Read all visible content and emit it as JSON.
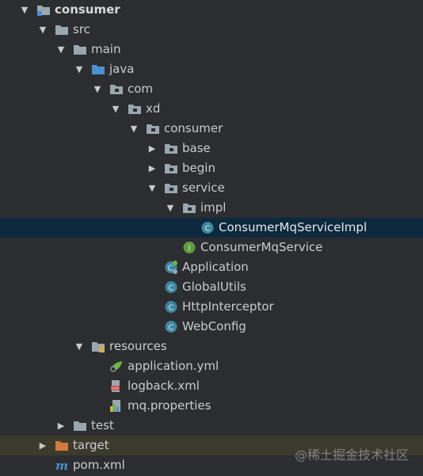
{
  "tree": [
    {
      "key": "consumer_root",
      "label": "consumer",
      "arrow": "open",
      "depth": 0,
      "icon": "module-folder-icon",
      "bold": true
    },
    {
      "key": "src",
      "label": "src",
      "arrow": "open",
      "depth": 1,
      "icon": "folder-icon"
    },
    {
      "key": "main",
      "label": "main",
      "arrow": "open",
      "depth": 2,
      "icon": "folder-icon"
    },
    {
      "key": "java",
      "label": "java",
      "arrow": "open",
      "depth": 3,
      "icon": "source-folder-icon"
    },
    {
      "key": "com",
      "label": "com",
      "arrow": "open",
      "depth": 4,
      "icon": "package-icon"
    },
    {
      "key": "xd",
      "label": "xd",
      "arrow": "open",
      "depth": 5,
      "icon": "package-icon"
    },
    {
      "key": "consumer_pkg",
      "label": "consumer",
      "arrow": "open",
      "depth": 6,
      "icon": "package-icon"
    },
    {
      "key": "base",
      "label": "base",
      "arrow": "closed",
      "depth": 7,
      "icon": "package-icon"
    },
    {
      "key": "begin",
      "label": "begin",
      "arrow": "closed",
      "depth": 7,
      "icon": "package-icon"
    },
    {
      "key": "service",
      "label": "service",
      "arrow": "open",
      "depth": 7,
      "icon": "package-icon"
    },
    {
      "key": "impl",
      "label": "impl",
      "arrow": "open",
      "depth": 8,
      "icon": "package-icon"
    },
    {
      "key": "consumer_mq_service_impl",
      "label": "ConsumerMqServiceImpl",
      "arrow": "none",
      "depth": 9,
      "icon": "class-icon",
      "selected": true
    },
    {
      "key": "consumer_mq_service",
      "label": "ConsumerMqService",
      "arrow": "none",
      "depth": 8,
      "icon": "interface-icon"
    },
    {
      "key": "application",
      "label": "Application",
      "arrow": "none",
      "depth": 7,
      "icon": "spring-boot-class-icon"
    },
    {
      "key": "global_utils",
      "label": "GlobalUtils",
      "arrow": "none",
      "depth": 7,
      "icon": "class-icon"
    },
    {
      "key": "http_interceptor",
      "label": "HttpInterceptor",
      "arrow": "none",
      "depth": 7,
      "icon": "class-icon"
    },
    {
      "key": "web_config",
      "label": "WebConfig",
      "arrow": "none",
      "depth": 7,
      "icon": "class-icon"
    },
    {
      "key": "resources",
      "label": "resources",
      "arrow": "open",
      "depth": 3,
      "icon": "resources-folder-icon"
    },
    {
      "key": "application_yml",
      "label": "application.yml",
      "arrow": "none",
      "depth": 4,
      "icon": "spring-yml-icon"
    },
    {
      "key": "logback_xml",
      "label": "logback.xml",
      "arrow": "none",
      "depth": 4,
      "icon": "xml-file-icon"
    },
    {
      "key": "mq_properties",
      "label": "mq.properties",
      "arrow": "none",
      "depth": 4,
      "icon": "properties-file-icon"
    },
    {
      "key": "test",
      "label": "test",
      "arrow": "closed",
      "depth": 2,
      "icon": "folder-icon"
    },
    {
      "key": "target",
      "label": "target",
      "arrow": "closed",
      "depth": 1,
      "icon": "excluded-folder-icon",
      "excluded": true
    },
    {
      "key": "pom_xml",
      "label": "pom.xml",
      "arrow": "none",
      "depth": 1,
      "icon": "maven-icon"
    }
  ],
  "watermark": "@稀土掘金技术社区",
  "colors": {
    "background": "#2b2d30",
    "selection": "#0d293e",
    "excluded_row": "#3c3a2c",
    "folder": "#9aa7b0",
    "source_folder": "#4b8fd1",
    "class_circle": "#3e86a0",
    "interface_circle": "#5e9c41",
    "excluded_folder": "#d27a3b"
  }
}
